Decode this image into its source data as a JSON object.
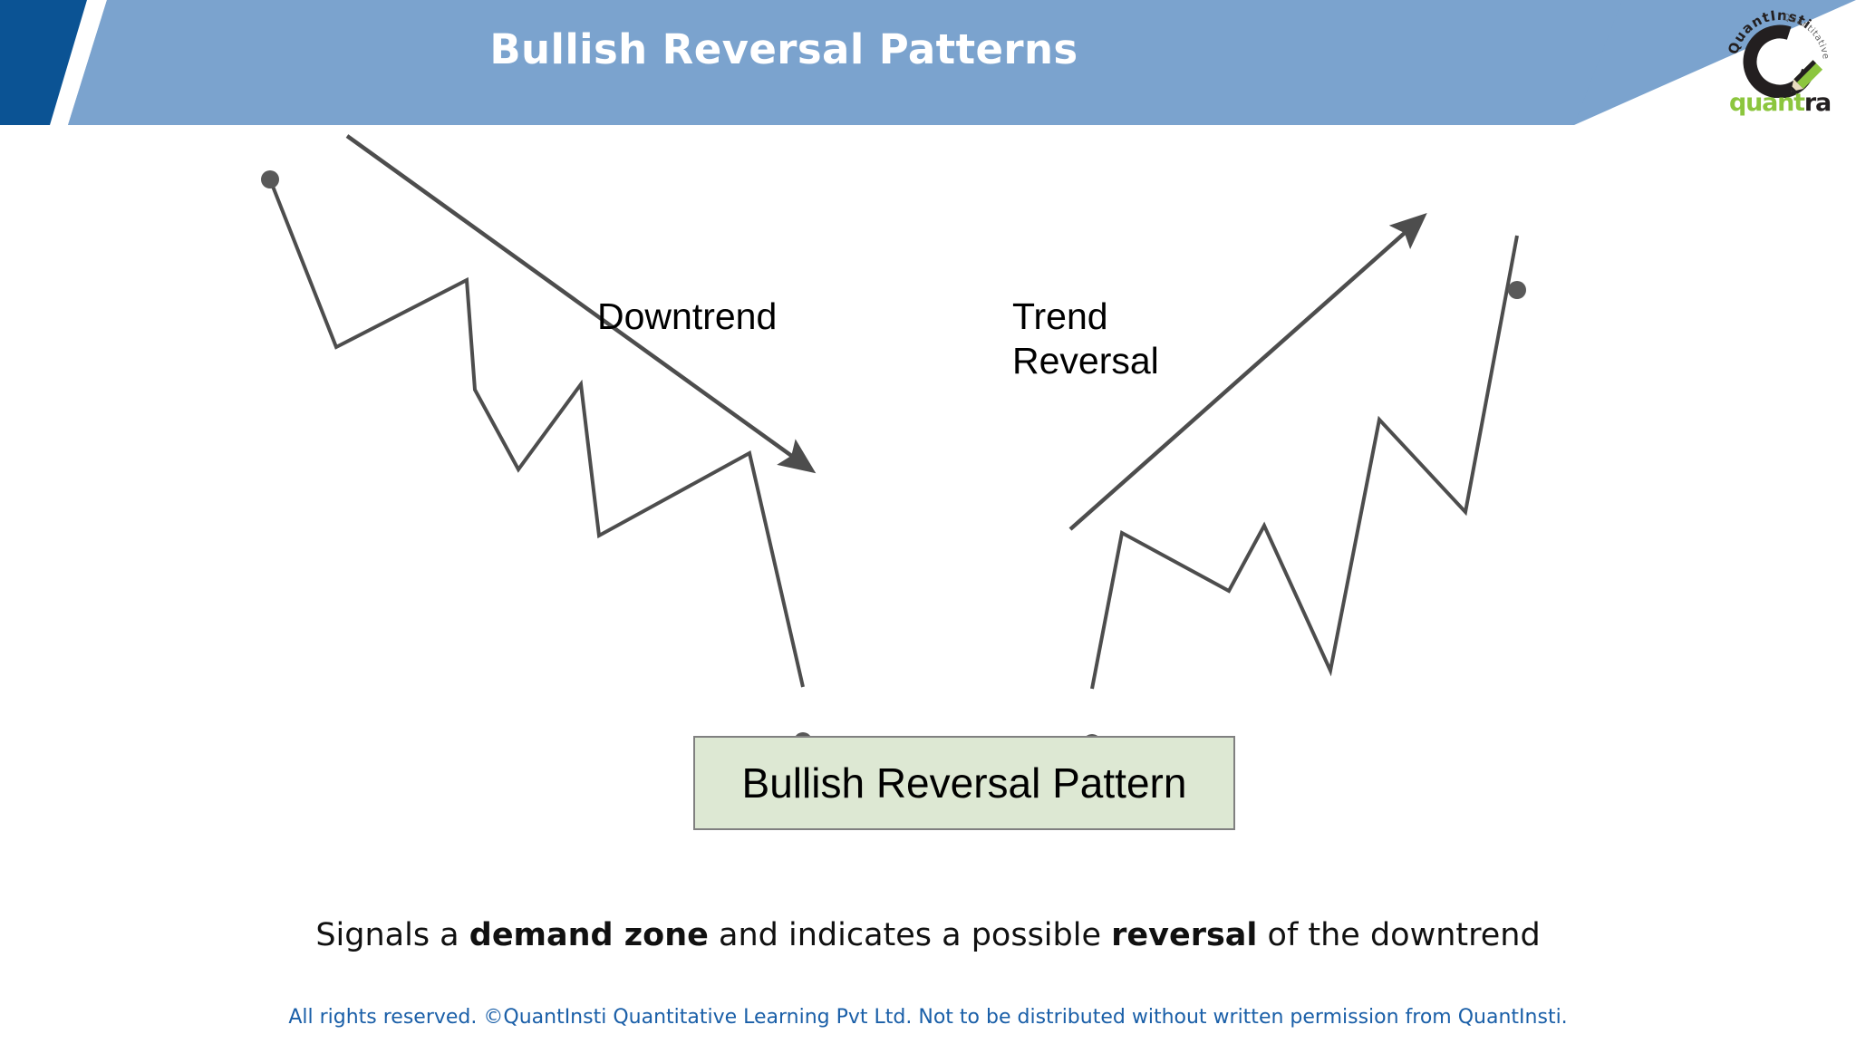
{
  "header": {
    "title": "Bullish Reversal Patterns",
    "band_color": "#7ba3ce",
    "accent_color": "#0b5394"
  },
  "logo": {
    "name": "quantra-logo",
    "wordmark_part1": "quan",
    "wordmark_part2": "t",
    "wordmark_part3": "ra",
    "arc_text": "QuantInsti",
    "green": "#8cc63e",
    "dark": "#231f20"
  },
  "diagram": {
    "labels": {
      "downtrend": "Downtrend",
      "trend_reversal": "Trend\nReversal"
    },
    "pattern_box": {
      "label": "Bullish Reversal Pattern",
      "fill": "#dde8d3",
      "border": "#808080"
    },
    "line_color": "#4d4d4d",
    "marker_color": "#595959"
  },
  "caption": {
    "part1": "Signals a ",
    "bold1": "demand zone",
    "part2": " and indicates a possible ",
    "bold2": "reversal",
    "part3": " of the downtrend"
  },
  "footer": {
    "text": "All rights reserved. ©QuantInsti Quantitative Learning Pvt Ltd. Not to be distributed without written permission from QuantInsti.",
    "color": "#1a5fa8"
  },
  "chart_data": {
    "type": "line",
    "title": "Bullish Reversal Patterns",
    "xlabel": "",
    "ylabel": "",
    "grid": false,
    "legend": "none",
    "annotations": [
      "Downtrend",
      "Trend Reversal",
      "Bullish Reversal Pattern"
    ],
    "series": [
      {
        "name": "Downtrend zigzag",
        "points": [
          [
            298,
            258
          ],
          [
            371,
            443
          ],
          [
            515,
            369
          ],
          [
            524,
            490
          ],
          [
            572,
            578
          ],
          [
            641,
            484
          ],
          [
            661,
            651
          ],
          [
            827,
            560
          ],
          [
            886,
            818
          ]
        ]
      },
      {
        "name": "Downtrend trendline arrow",
        "points": [
          [
            383,
            210
          ],
          [
            897,
            580
          ]
        ]
      },
      {
        "name": "Reversal zigzag",
        "points": [
          [
            1205,
            820
          ],
          [
            1238,
            648
          ],
          [
            1356,
            712
          ],
          [
            1395,
            640
          ],
          [
            1468,
            800
          ],
          [
            1522,
            523
          ],
          [
            1617,
            625
          ],
          [
            1674,
            320
          ]
        ]
      },
      {
        "name": "Uptrend trendline arrow",
        "points": [
          [
            1181,
            644
          ],
          [
            1572,
            298
          ]
        ]
      }
    ],
    "markers": [
      {
        "label": "downtrend-start",
        "x": 298,
        "y": 258
      },
      {
        "label": "pattern-low-left",
        "x": 886,
        "y": 818
      },
      {
        "label": "pattern-low-right",
        "x": 1205,
        "y": 820
      },
      {
        "label": "reversal-end",
        "x": 1674,
        "y": 320
      }
    ]
  }
}
